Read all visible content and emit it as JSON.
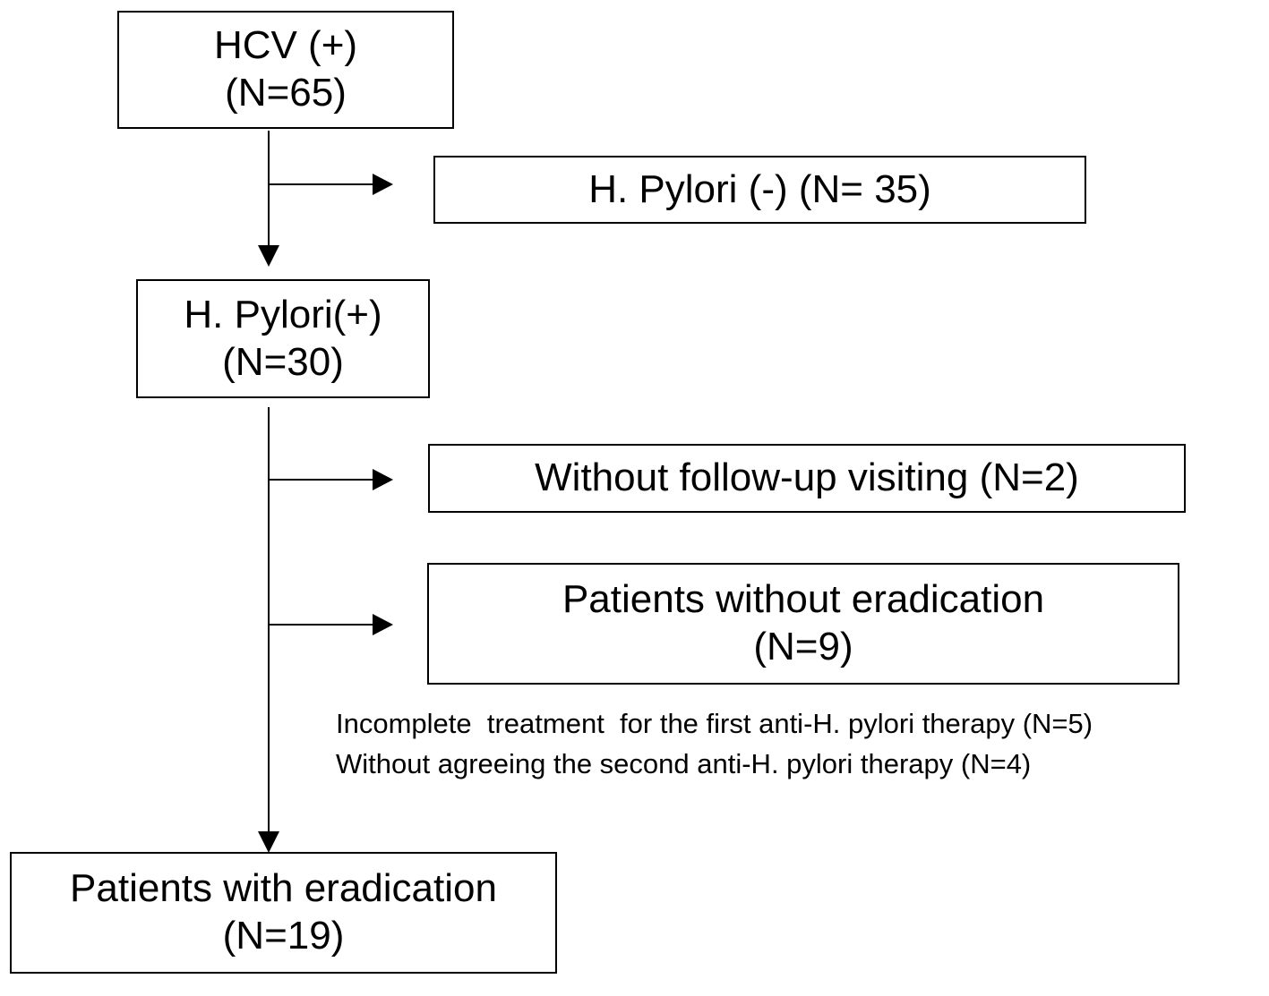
{
  "nodes": {
    "hcv": {
      "line1": "HCV (+)",
      "line2": "(N=65)"
    },
    "hp_negative": {
      "line1": "H. Pylori (-) (N= 35)"
    },
    "hp_positive": {
      "line1": "H. Pylori(+)",
      "line2": "(N=30)"
    },
    "no_followup": {
      "line1": "Without follow-up visiting (N=2)"
    },
    "without_eradication": {
      "line1": "Patients without eradication",
      "line2": "(N=9)"
    },
    "with_eradication": {
      "line1": "Patients with eradication",
      "line2": "(N=19)"
    }
  },
  "notes": {
    "line1": "Incomplete  treatment  for the first anti-H. pylori therapy (N=5)",
    "line2": "Without agreeing the second anti-H. pylori therapy (N=4)"
  },
  "colors": {
    "stroke": "#000000",
    "background": "#ffffff"
  }
}
